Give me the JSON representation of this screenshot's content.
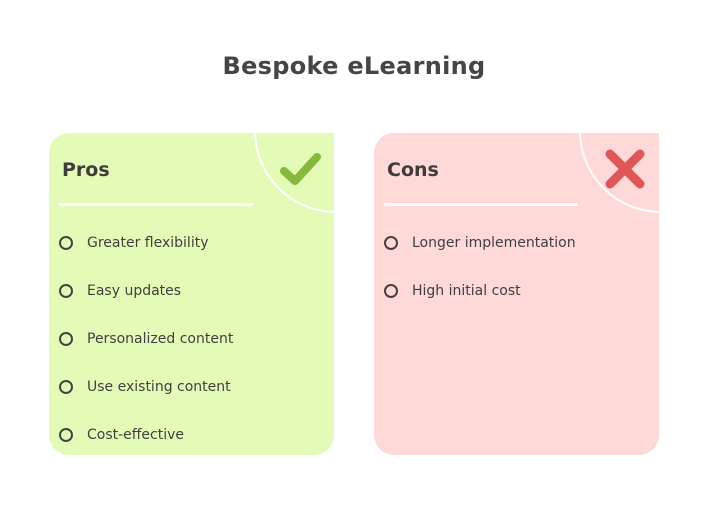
{
  "title": "Bespoke eLearning",
  "colors": {
    "pros_bg": "#e4fbb8",
    "cons_bg": "#ffd8d8",
    "check": "#86b83a",
    "cross": "#e05555",
    "text": "#404040"
  },
  "pros": {
    "heading": "Pros",
    "icon": "check-icon",
    "items": [
      {
        "label": "Greater flexibility"
      },
      {
        "label": "Easy updates"
      },
      {
        "label": "Personalized content"
      },
      {
        "label": "Use existing content"
      },
      {
        "label": "Cost-effective"
      }
    ]
  },
  "cons": {
    "heading": "Cons",
    "icon": "cross-icon",
    "items": [
      {
        "label": "Longer implementation"
      },
      {
        "label": "High initial cost"
      }
    ]
  }
}
